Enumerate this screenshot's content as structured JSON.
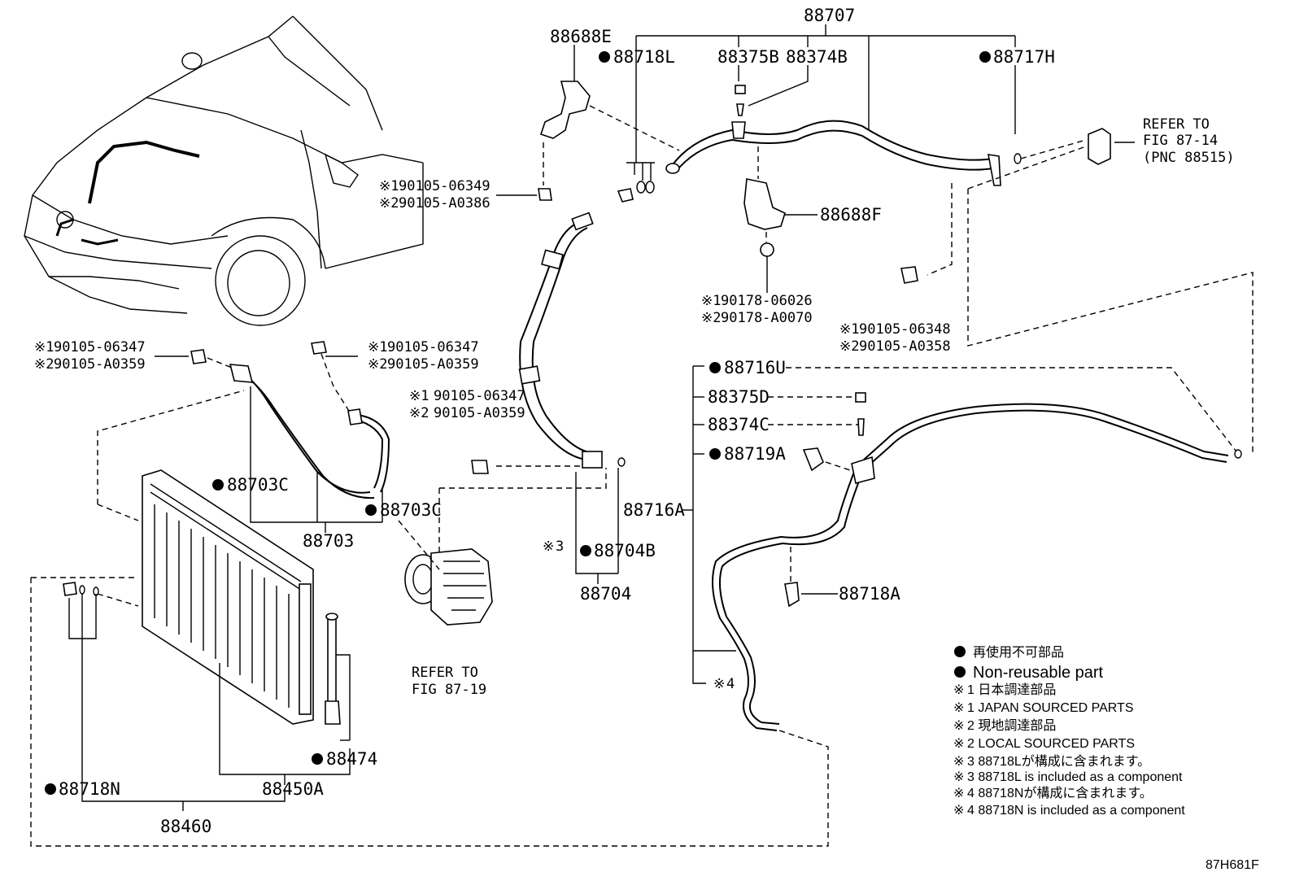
{
  "labels": {
    "p88707": "88707",
    "p88688E": "88688E",
    "p88718L": "88718L",
    "p88375B": "88375B",
    "p88374B": "88374B",
    "p88717H": "88717H",
    "refer1_l1": "REFER TO",
    "refer1_l2": "FIG 87-14",
    "refer1_l3": "(PNC 88515)",
    "b1_1": "90105-06349",
    "b1_2": "90105-A0386",
    "p88688F": "88688F",
    "b2_1": "90178-06026",
    "b2_2": "90178-A0070",
    "b3_1": "90105-06348",
    "b3_2": "90105-A0358",
    "b4_1": "90105-06347",
    "b4_2": "90105-A0359",
    "b5_1": "90105-06347",
    "b5_2": "90105-A0359",
    "b6_1": "90105-06347",
    "b6_2": "90105-A0359",
    "p88716U": "88716U",
    "p88375D": "88375D",
    "p88374C": "88374C",
    "p88719A": "88719A",
    "p88716A": "88716A",
    "p88703C_a": "88703C",
    "p88703C_b": "88703C",
    "p88703": "88703",
    "p88704B": "88704B",
    "p88704": "88704",
    "p88718A": "88718A",
    "refer2_l1": "REFER TO",
    "refer2_l2": "FIG 87-19",
    "p88474": "88474",
    "p88718N": "88718N",
    "p88450A": "88450A",
    "p88460": "88460",
    "ref3": "3",
    "ref4": "4",
    "fig_code": "87H681F"
  },
  "legend": {
    "l1": "再使用不可部品",
    "l2": "Non-reusable part",
    "l3": "1 日本調達部品",
    "l4": "1 JAPAN SOURCED PARTS",
    "l5": "2 現地調達部品",
    "l6": "2 LOCAL SOURCED PARTS",
    "l7": "3 88718Lが構成に含まれます。",
    "l8": "3 88718L is included as a component",
    "l9": "4 88718Nが構成に含まれます。",
    "l10": "4 88718N is included as a component"
  }
}
